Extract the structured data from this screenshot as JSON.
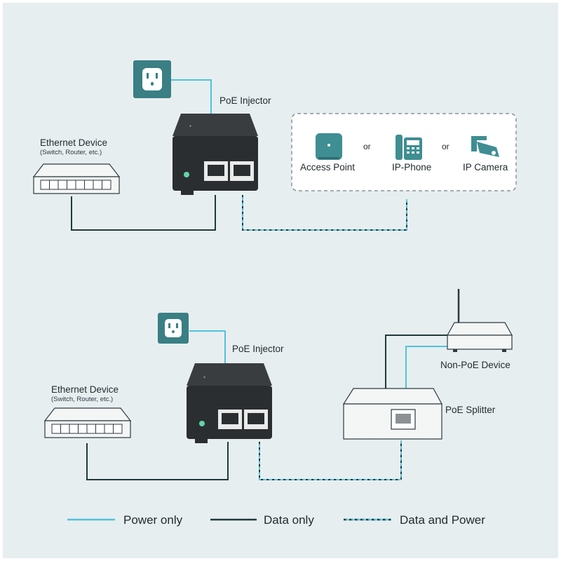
{
  "colors": {
    "background": "#e7eef0",
    "power_line": "#4fc3dc",
    "data_line": "#1f3a3c",
    "outlet_tile": "#3a7f84",
    "device_teal": "#3f8e93",
    "injector_body": "#2b2e30"
  },
  "top": {
    "injector_label": "PoE Injector",
    "ethernet_label": "Ethernet Device",
    "ethernet_sub": "(Switch, Router, etc.)",
    "devices": [
      {
        "label": "Access Point",
        "icon": "access-point-icon"
      },
      {
        "label": "IP-Phone",
        "icon": "ip-phone-icon"
      },
      {
        "label": "IP Camera",
        "icon": "ip-camera-icon"
      }
    ],
    "or_text": "or"
  },
  "bottom": {
    "injector_label": "PoE Injector",
    "ethernet_label": "Ethernet Device",
    "ethernet_sub": "(Switch, Router, etc.)",
    "non_poe_label": "Non-PoE Device",
    "splitter_label": "PoE Splitter"
  },
  "legend": [
    {
      "label": "Power only",
      "style": "power"
    },
    {
      "label": "Data only",
      "style": "data"
    },
    {
      "label": "Data and Power",
      "style": "data-power"
    }
  ]
}
